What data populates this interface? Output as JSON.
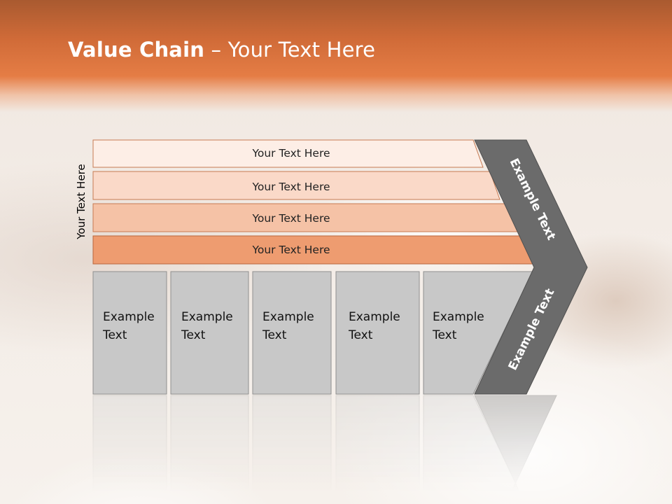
{
  "slide": {
    "title_bold": "Value Chain",
    "title_rest": " – Your Text Here",
    "vertical_label": "Your Text Here",
    "rows": [
      {
        "label": "Your Text Here",
        "color": "#fdeee6"
      },
      {
        "label": "Your Text Here",
        "color": "#fad9c8"
      },
      {
        "label": "Your Text Here",
        "color": "#f5c2a6"
      },
      {
        "label": "Your Text Here",
        "color": "#ee9c70"
      }
    ],
    "boxes": [
      {
        "line1": "Example",
        "line2": "Text"
      },
      {
        "line1": "Example",
        "line2": "Text"
      },
      {
        "line1": "Example",
        "line2": "Text"
      },
      {
        "line1": "Example",
        "line2": "Text"
      },
      {
        "line1": "Example",
        "line2": "Text"
      }
    ],
    "chevron_top": "Example Text",
    "chevron_bottom": "Example Text",
    "colors": {
      "box_fill": "#c8c8c8",
      "chevron_fill": "#6b6b6b",
      "header_band": "#e07a42"
    }
  }
}
